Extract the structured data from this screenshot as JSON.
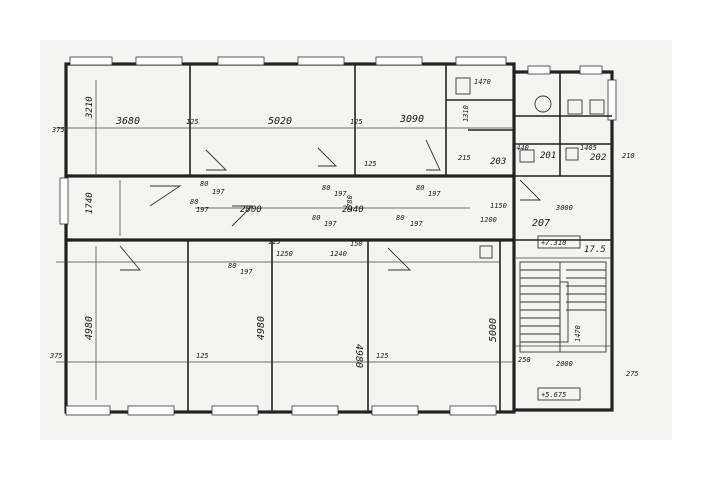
{
  "plan": {
    "top_dims": {
      "d1": "3680",
      "d2": "5020",
      "d3": "3090",
      "d4": "1470"
    },
    "left_dims": {
      "h_top": "3210",
      "h_corr": "1740",
      "h_bot": "4980",
      "w_left": "375",
      "w_bot": "375"
    },
    "thickness": {
      "t1": "125",
      "t2": "125",
      "t3": "125",
      "t4": "125",
      "t5": "125",
      "t6": "125"
    },
    "corridor": {
      "c1": "2800",
      "c2": "2940",
      "c3": "1200",
      "c4": "1250",
      "c5": "1240",
      "c6": "1780",
      "c7": "150"
    },
    "doors": {
      "d80a": "80",
      "d197a": "197",
      "d80b": "80",
      "d197b": "197",
      "d80c": "80",
      "d197c": "197",
      "d80d": "80",
      "d197d": "197",
      "d80e": "80",
      "d197e": "197",
      "d80f": "80",
      "d197f": "197",
      "d80g": "80",
      "d197g": "197"
    },
    "rooms": {
      "r4980a": "4980",
      "r4980b": "4980",
      "r4980c": "4980",
      "r5000": "5000"
    },
    "small": {
      "s1": "1440",
      "s2": "1405",
      "s3": "201",
      "s4": "202",
      "s5": "203",
      "s6": "207",
      "s7": "3000",
      "s8": "250",
      "s9": "2000",
      "s10": "1470",
      "s11": "1310",
      "s12": "275",
      "s13": "210",
      "s14": "215",
      "s15": "1150"
    },
    "levels": {
      "upper": "+7.310",
      "lower": "+5.675",
      "mark": "17.5"
    }
  }
}
